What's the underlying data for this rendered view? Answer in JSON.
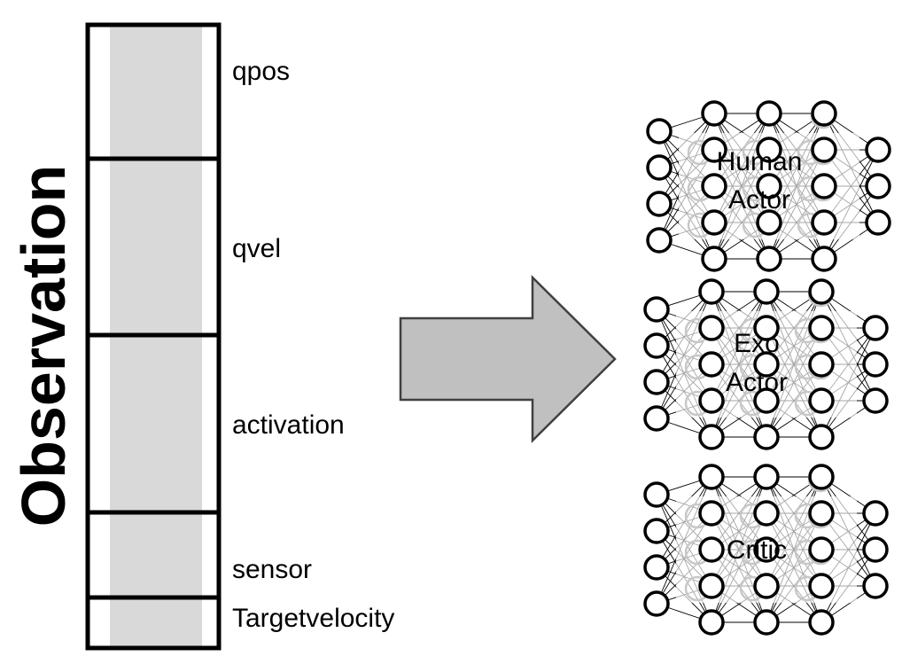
{
  "observation": {
    "title": "Observation",
    "segments": [
      {
        "label": "qpos"
      },
      {
        "label": "qvel"
      },
      {
        "label": "activation"
      },
      {
        "label": "sensor"
      },
      {
        "label": "Targetvelocity"
      }
    ]
  },
  "networks": [
    {
      "lines": [
        "Human",
        "Actor"
      ]
    },
    {
      "lines": [
        "Exo",
        "Actor"
      ]
    },
    {
      "lines": [
        "Critic"
      ]
    }
  ]
}
